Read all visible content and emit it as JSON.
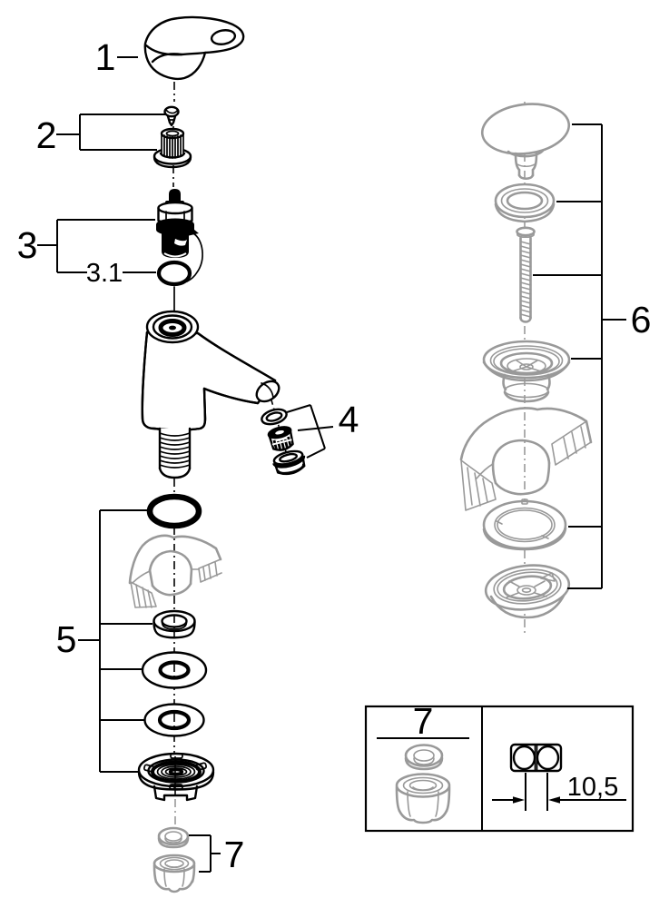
{
  "diagram": {
    "background": "#ffffff",
    "line_color": "#000000",
    "secondary_color": "#999999",
    "labels": {
      "part1": "1",
      "part2": "2",
      "part3": "3",
      "part3_1": "3.1",
      "part4": "4",
      "part5": "5",
      "part6": "6",
      "part7": "7",
      "detail_box_part": "7",
      "detail_dimension": "10,5"
    }
  }
}
